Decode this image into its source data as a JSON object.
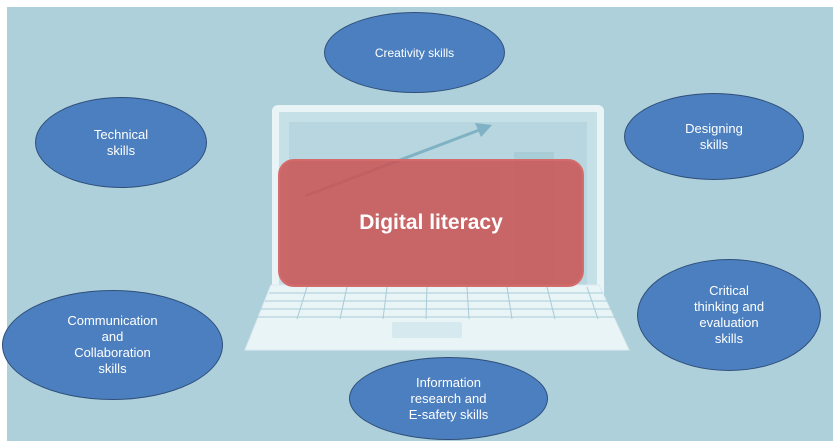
{
  "center": {
    "label": "Digital literacy"
  },
  "skills": {
    "creativity": [
      "Creativity skills"
    ],
    "technical": [
      "Technical",
      "skills"
    ],
    "designing": [
      "Designing",
      "skills"
    ],
    "critical": [
      "Critical",
      "thinking and",
      "evaluation",
      "skills"
    ],
    "communication": [
      "Communication",
      "and",
      "Collaboration",
      "skills"
    ],
    "information": [
      "Information",
      "research and",
      "E-safety skills"
    ]
  },
  "colors": {
    "background": "#aed0da",
    "bubble": "#4b7fbf",
    "center_box": "#cb5353"
  },
  "icons": {
    "illustration": "laptop-chart-icon"
  }
}
